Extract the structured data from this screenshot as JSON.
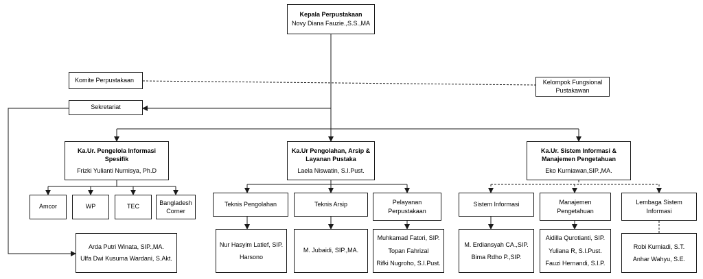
{
  "head": {
    "title": "Kepala Perpustakaan",
    "name": "Novy Diana Fauzie.,S.S.,MA"
  },
  "committee": {
    "label": "Komite Perpustakaan"
  },
  "functional": {
    "line1": "Kelompok Fungsional",
    "line2": "Pustakawan"
  },
  "secretariat": {
    "label": "Sekretariat",
    "staff": [
      "Arda Putri Winata, SIP.,MA.",
      "Ulfa Dwi Kusuma Wardani, S.Akt."
    ]
  },
  "unit1": {
    "title_line1": "Ka.Ur. Pengelola Informasi",
    "title_line2": "Spesifik",
    "name": "Frizki Yulianti Nurnisya, Ph.D",
    "subs": [
      {
        "line1": "Amcor",
        "line2": ""
      },
      {
        "line1": "WP",
        "line2": ""
      },
      {
        "line1": "TEC",
        "line2": ""
      },
      {
        "line1": "Bangladesh",
        "line2": "Corner"
      }
    ]
  },
  "unit2": {
    "title_line1": "Ka.Ur Pengolahan, Arsip &",
    "title_line2": "Layanan Pustaka",
    "name": "Laela Niswatin, S.I.Pust.",
    "subs": [
      {
        "line1": "Teknis Pengolahan",
        "line2": "",
        "staff": [
          "Nur Hasyim Latief, SIP.",
          "Harsono"
        ]
      },
      {
        "line1": "Teknis Arsip",
        "line2": "",
        "staff": [
          "M. Jubaidi, SIP.,MA."
        ]
      },
      {
        "line1": "Pelayanan",
        "line2": "Perpustakaan",
        "staff": [
          "Muhkamad Fatori, SIP.",
          "Topan Fahrizal",
          "Rifki Nugroho, S.I.Pust."
        ]
      }
    ]
  },
  "unit3": {
    "title_line1": "Ka.Ur. Sistem Informasi &",
    "title_line2": "Manajemen Pengetahuan",
    "name": "Eko Kurniawan,SIP.,MA.",
    "subs": [
      {
        "line1": "Sistem Informasi",
        "line2": "",
        "staff": [
          "M. Erdiansyah CA.,SIP.",
          "Bima Rdho P.,SIP."
        ]
      },
      {
        "line1": "Manajemen",
        "line2": "Pengetahuan",
        "staff": [
          "Aidilla Qurotianti, SIP.",
          "Yuliana R, S.I.Pust.",
          "Fauzi Hernandi, S.I.P."
        ]
      },
      {
        "line1": "Lembaga Sistem",
        "line2": "Informasi",
        "staff": [
          "Robi Kurniadi, S.T.",
          "Anhar Wahyu, S.E."
        ]
      }
    ]
  }
}
